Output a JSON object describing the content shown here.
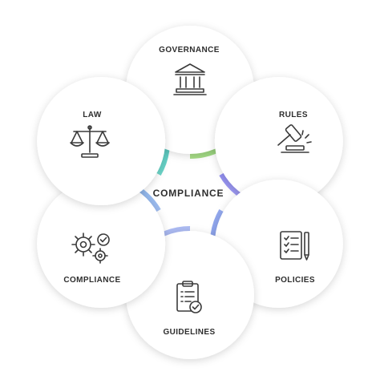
{
  "center": {
    "label": "COMPLIANCE"
  },
  "segments": [
    {
      "label": "GOVERNANCE",
      "icon": "bank-building-icon",
      "color": "#b6e08a"
    },
    {
      "label": "RULES",
      "icon": "gavel-icon",
      "color": "#8c8ff0"
    },
    {
      "label": "POLICIES",
      "icon": "document-pen-icon",
      "color": "#92a9ee"
    },
    {
      "label": "GUIDELINES",
      "icon": "clipboard-check-icon",
      "color": "#a8b9f2"
    },
    {
      "label": "COMPLIANCE",
      "icon": "gears-check-icon",
      "color": "#8ab2ec"
    },
    {
      "label": "LAW",
      "icon": "scales-icon",
      "color": "#6fd9c4"
    }
  ]
}
